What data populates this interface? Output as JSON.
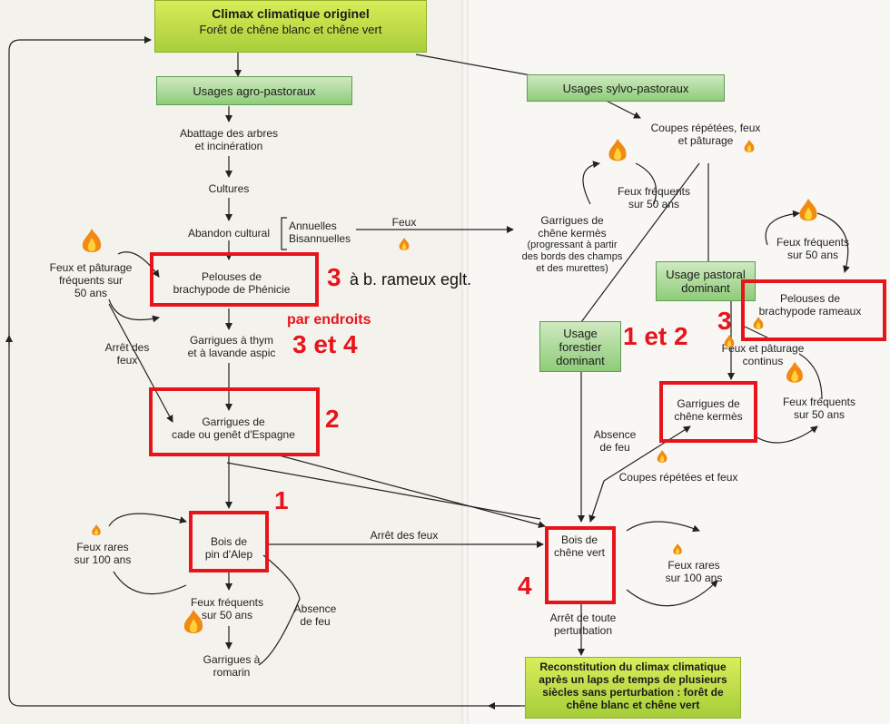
{
  "climax_top": {
    "title": "Climax climatique originel",
    "subtitle": "Forêt de chêne blanc et chêne vert"
  },
  "usages": {
    "agro": "Usages agro-pastoraux",
    "sylvo": "Usages sylvo-pastoraux",
    "pastoral_line1": "Usage pastoral",
    "pastoral_line2": "dominant",
    "forestier_line1": "Usage",
    "forestier_line2": "forestier",
    "forestier_line3": "dominant"
  },
  "left_chain": {
    "abattage_1": "Abattage des arbres",
    "abattage_2": "et incinération",
    "cultures": "Cultures",
    "abandon": "Abandon cultural",
    "annuelles": "Annuelles",
    "bisannuelles": "Bisannuelles",
    "feux": "Feux",
    "pelouses_1": "Pelouses de",
    "pelouses_2": "brachypode de Phénicie",
    "garrigues_thym_1": "Garrigues à thym",
    "garrigues_thym_2": "et à lavande aspic",
    "garrigues_cade_1": "Garrigues de",
    "garrigues_cade_2": "cade ou genêt d'Espagne",
    "bois_pin_1": "Bois de",
    "bois_pin_2": "pin d'Alep",
    "feux_freq_1": "Feux fréquents",
    "feux_freq_2": "sur 50 ans",
    "absence_feu_1": "Absence",
    "absence_feu_2": "de feu",
    "garrigues_romarin_1": "Garrigues à",
    "garrigues_romarin_2": "romarin",
    "feux_paturage_1": "Feux et pâturage",
    "feux_paturage_2": "fréquents sur",
    "feux_paturage_3": "50 ans",
    "arret_feux_1": "Arrêt des",
    "arret_feux_2": "feux",
    "feux_rares_1": "Feux rares",
    "feux_rares_2": "sur 100 ans"
  },
  "right_chain": {
    "coupes_1": "Coupes répétées, feux",
    "coupes_2": "et pâturage",
    "feux_freq_1": "Feux fréquents",
    "feux_freq_2": "sur 50 ans",
    "garrigues_kermes_1": "Garrigues de",
    "garrigues_kermes_2": "chêne kermès",
    "garrigues_kermes_3": "(progressant à partir",
    "garrigues_kermes_4": "des bords des champs",
    "garrigues_kermes_5": "et des murettes)",
    "feux_freq_b_1": "Feux fréquents",
    "feux_freq_b_2": "sur 50 ans",
    "pelouses_r_1": "Pelouses de",
    "pelouses_r_2": "brachypode rameaux",
    "feux_paturage_c_1": "Feux et pâturage",
    "feux_paturage_c_2": "continus",
    "garrigues_kermes_b_1": "Garrigues de",
    "garrigues_kermes_b_2": "chêne kermès",
    "feux_freq_c_1": "Feux fréquents",
    "feux_freq_c_2": "sur 50 ans",
    "absence_feu_1": "Absence",
    "absence_feu_2": "de feu",
    "coupes_b": "Coupes répétées et feux",
    "arret_feux_center": "Arrêt des feux",
    "bois_chene_1": "Bois de",
    "bois_chene_2": "chêne vert",
    "feux_rares_1": "Feux rares",
    "feux_rares_2": "sur 100 ans",
    "arret_pert_1": "Arrêt de toute",
    "arret_pert_2": "perturbation"
  },
  "reconstitution": {
    "line1": "Reconstitution du climax climatique",
    "line2": "après un laps de temps de plusieurs",
    "line3": "siècles sans perturbation : forêt de",
    "line4": "chêne blanc et chêne vert"
  },
  "annotations": {
    "n3_left": "3",
    "n3_left_text": "à b. rameux eglt.",
    "par_endroits": "par endroits",
    "n3et4": "3 et 4",
    "n2": "2",
    "n1": "1",
    "n1et2": "1 et 2",
    "n3_right": "3",
    "n4": "4"
  },
  "colors": {
    "annotation_red": "#e8141b",
    "usage_green": "#8fcc7a",
    "climax_yellow_green": "#c5e04a"
  }
}
